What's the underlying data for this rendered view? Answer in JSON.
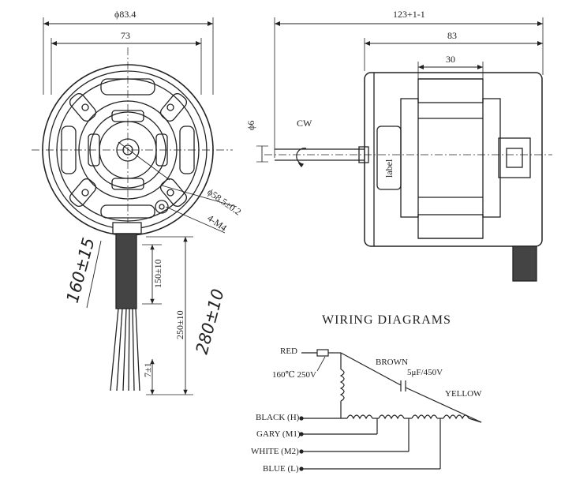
{
  "front_view": {
    "dia_outer": "ϕ83.4",
    "width_73": "73",
    "dia_bolt": "ϕ58.5±0.2",
    "holes": "4-M4",
    "lead_160": "160±15",
    "lead_280": "280±10",
    "dim_150": "150±10",
    "dim_250": "250±10",
    "strip": "7±1"
  },
  "side_view": {
    "total_len": "123+1-1",
    "body_len": "83",
    "inner_len": "30",
    "shaft_dia": "ϕ6",
    "rotation": "CW",
    "label": "label"
  },
  "wiring": {
    "title": "WIRING DIAGRAMS",
    "red": "RED",
    "fuse": "160℃ 250V",
    "brown": "BROWN",
    "capacitor": "5μF/450V",
    "yellow": "YELLOW",
    "black": "BLACK (H)",
    "gary": "GARY (M1)",
    "white": "WHITE (M2)",
    "blue": "BLUE (L)"
  }
}
